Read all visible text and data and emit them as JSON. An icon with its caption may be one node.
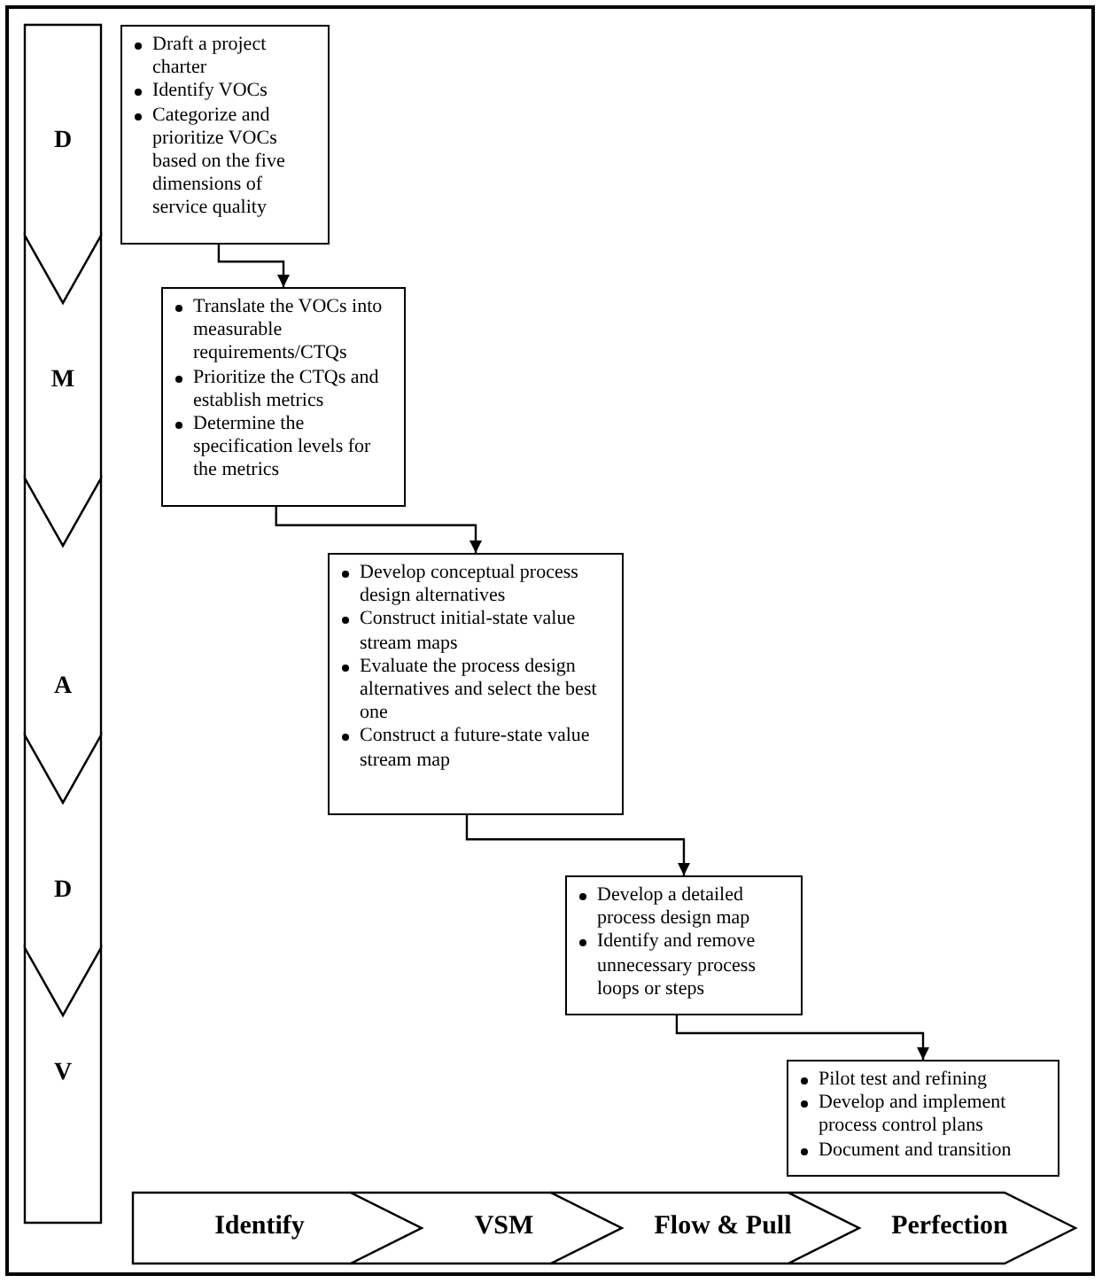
{
  "diagram": {
    "nodes": [
      {
        "text": [
          "D"
        ]
      },
      {
        "text": [
          "M"
        ]
      },
      {
        "text": [
          "A"
        ]
      },
      {
        "text": [
          "D"
        ]
      },
      {
        "text": [
          "V"
        ]
      },
      {
        "text": [
          "Draft a project charter",
          "Identify VOCs",
          "Categorize and prioritize VOCs based on the five dimensions of service quality"
        ]
      },
      {
        "text": [
          "Translate the VOCs into measurable requirements/CTQs",
          "Prioritize the CTQs and establish metrics",
          "Determine the specification levels for the metrics"
        ]
      },
      {
        "text": [
          "Develop conceptual process design alternatives",
          "Construct initial-state value stream maps",
          "Evaluate the process design alternatives and select the best one",
          "Construct a future-state value stream map"
        ]
      },
      {
        "text": [
          "Develop a detailed process design map",
          "Identify and remove unnecessary process loops or steps"
        ]
      },
      {
        "text": [
          "Pilot test and refining",
          "Develop and implement process control plans",
          "Document and transition"
        ]
      },
      {
        "text": [
          "Identify"
        ]
      },
      {
        "text": [
          "VSM"
        ]
      },
      {
        "text": [
          "Flow & Pull"
        ]
      },
      {
        "text": [
          "Perfection"
        ]
      }
    ],
    "edges": [
      {
        "from": 5,
        "to": 6,
        "arrow": "to"
      },
      {
        "from": 6,
        "to": 7,
        "arrow": "to"
      },
      {
        "from": 7,
        "to": 8,
        "arrow": "to"
      },
      {
        "from": 8,
        "to": 9,
        "arrow": "to"
      }
    ]
  }
}
